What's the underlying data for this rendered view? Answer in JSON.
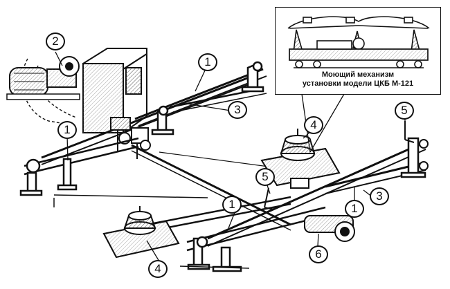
{
  "inset": {
    "caption_line1": "Моющий   механизм",
    "caption_line2": "установки модели ЦКБ М-121"
  },
  "callouts": [
    "1",
    "1",
    "1",
    "1",
    "2",
    "3",
    "3",
    "4",
    "4",
    "5",
    "5",
    "6"
  ],
  "colors": {
    "ink": "#111111",
    "paper": "#ffffff",
    "hatch": "#555555"
  },
  "icons": [
    "electric-motor-icon",
    "pump-unit-icon",
    "control-cabinet-icon",
    "brush-head-icon",
    "rail-track-icon"
  ]
}
